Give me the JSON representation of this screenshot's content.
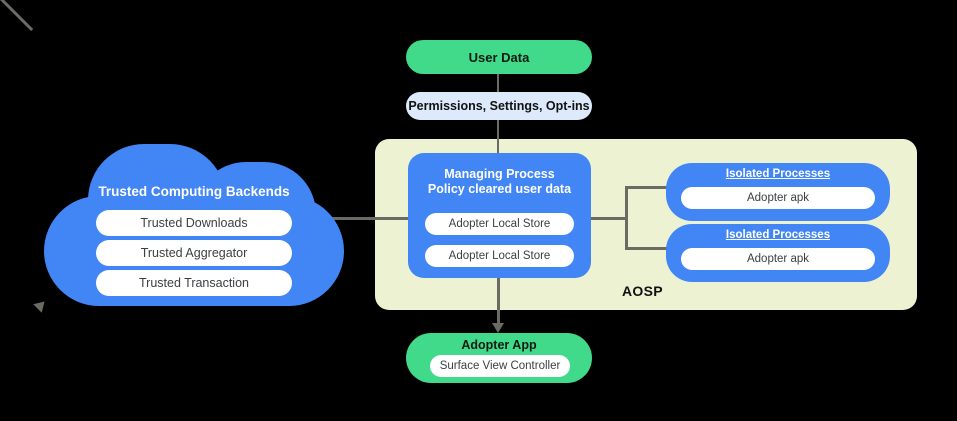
{
  "diagram": {
    "aosp": {
      "label": "AOSP"
    },
    "cloud": {
      "title": "Trusted Computing Backends",
      "items": [
        {
          "label": "Trusted Downloads"
        },
        {
          "label": "Trusted Aggregator"
        },
        {
          "label": "Trusted Transaction"
        }
      ]
    },
    "user_data": {
      "label": "User Data"
    },
    "permissions": {
      "label": "Permissions,  Settings, Opt-ins"
    },
    "managing_process": {
      "title_line1": "Managing Process",
      "title_line2": "Policy cleared user data",
      "items": [
        {
          "label": "Adopter Local Store"
        },
        {
          "label": "Adopter Local Store"
        }
      ]
    },
    "isolated_processes": [
      {
        "title": "Isolated Processes",
        "item": "Adopter apk"
      },
      {
        "title": "Isolated Processes",
        "item": "Adopter apk"
      }
    ],
    "adopter_app": {
      "title": "Adopter App",
      "item": "Surface View Controller"
    }
  },
  "colors": {
    "background": "#000000",
    "blue": "#4285F4",
    "green": "#41D98A",
    "light_blue": "#DCEAFB",
    "aosp_bg": "#EDF3D2",
    "pill_white": "#FFFFFF",
    "connector": "#6B6B63"
  }
}
